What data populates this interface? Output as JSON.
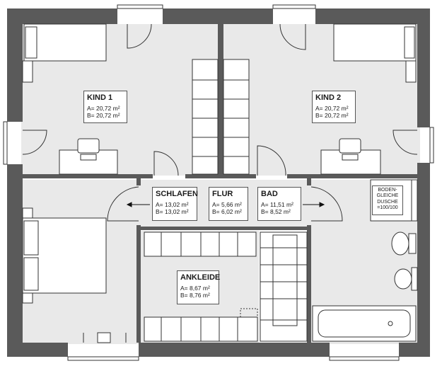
{
  "rooms": {
    "kind1": {
      "name": "KIND 1",
      "a": "A= 20,72 m²",
      "b": "B= 20,72 m²"
    },
    "kind2": {
      "name": "KIND 2",
      "a": "A= 20,72 m²",
      "b": "B= 20,72 m²"
    },
    "schlafen": {
      "name": "SCHLAFEN",
      "a": "A= 13,02 m²",
      "b": "B= 13,02 m²"
    },
    "flur": {
      "name": "FLUR",
      "a": "A= 5,66 m²",
      "b": "B= 6,02 m²"
    },
    "bad": {
      "name": "BAD",
      "a": "A= 11,51 m²",
      "b": "B= 8,52 m²"
    },
    "ankleide": {
      "name": "ANKLEIDE",
      "a": "A= 8,67 m²",
      "b": "B= 8,76 m²"
    }
  },
  "shower": {
    "line1": "BODEN-",
    "line2": "GLEICHE",
    "line3": "DUSCHE",
    "line4": "=100/100"
  },
  "colors": {
    "wall": "#5a5a5a",
    "floor": "#e9e9e9",
    "stair": "#ffffff",
    "line": "#333333"
  }
}
